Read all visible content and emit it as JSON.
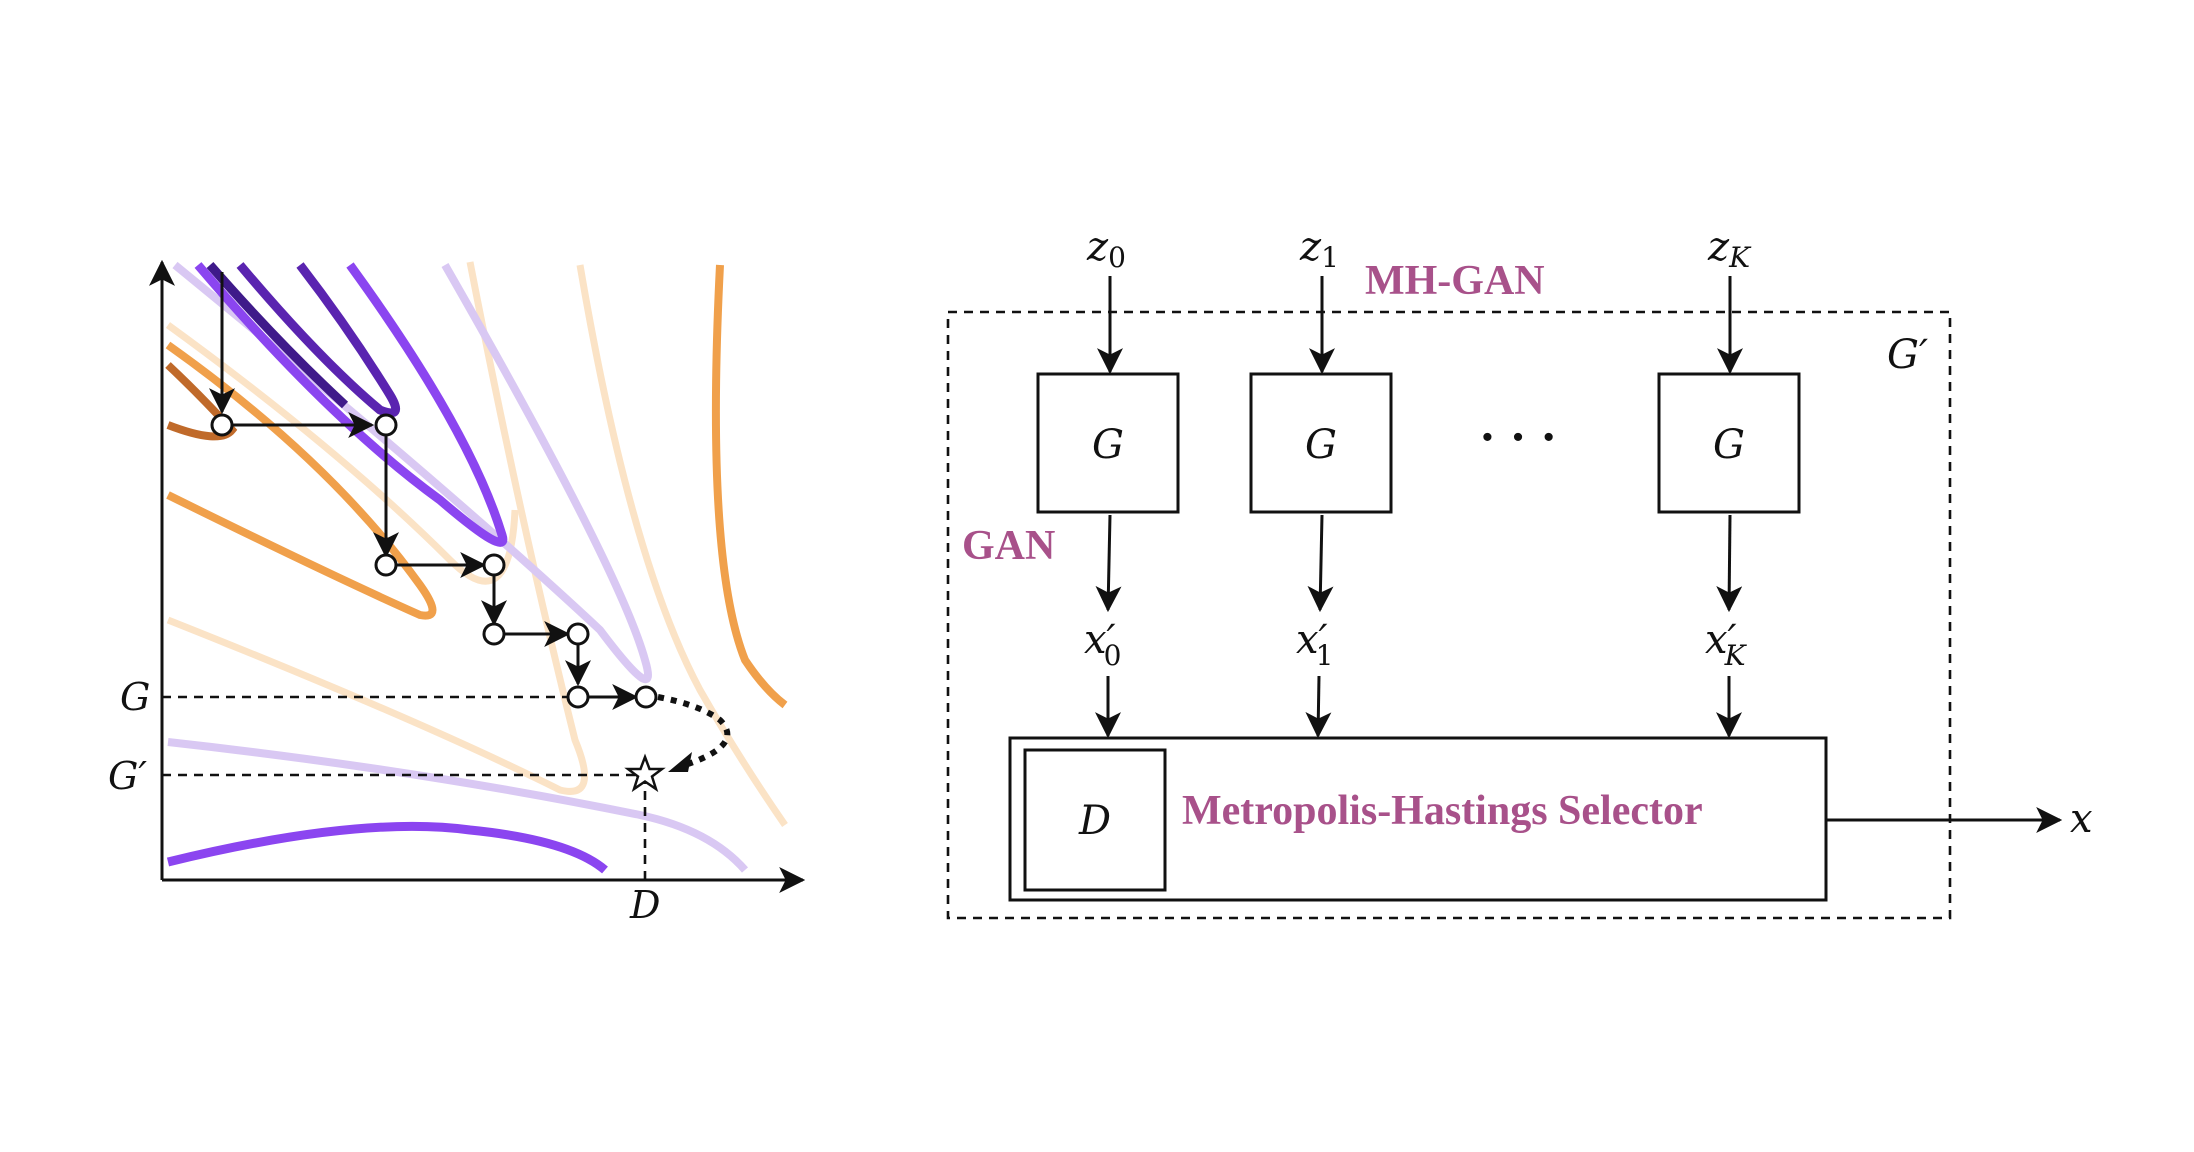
{
  "left_panel": {
    "labels": {
      "g": "G",
      "g_prime": "G′",
      "d": "D"
    },
    "colors": {
      "purple_dark": "#3f1a8a",
      "purple_mid": "#5a24b0",
      "purple_bright": "#8b45f0",
      "purple_light": "#d9c8f3",
      "orange": "#f0a04b",
      "orange_dark": "#c06a2a",
      "orange_light": "#fbe3c6"
    },
    "marker_icon": "star-icon"
  },
  "right_panel": {
    "title": "MH-GAN",
    "gan_label": "GAN",
    "outer_box_label": "G′",
    "ellipsis": "·   ·   ·",
    "generators": [
      {
        "input_base": "z",
        "input_sub": "0",
        "box": "G",
        "output_base": "x′",
        "output_sub": "0"
      },
      {
        "input_base": "z",
        "input_sub": "1",
        "box": "G",
        "output_base": "x′",
        "output_sub": "1"
      },
      {
        "input_base": "z",
        "input_sub": "K",
        "box": "G",
        "output_base": "x′",
        "output_sub": "K"
      }
    ],
    "selector": {
      "discriminator": "D",
      "label": "Metropolis-Hastings Selector"
    },
    "output": "x",
    "label_color": "#a8518a"
  }
}
